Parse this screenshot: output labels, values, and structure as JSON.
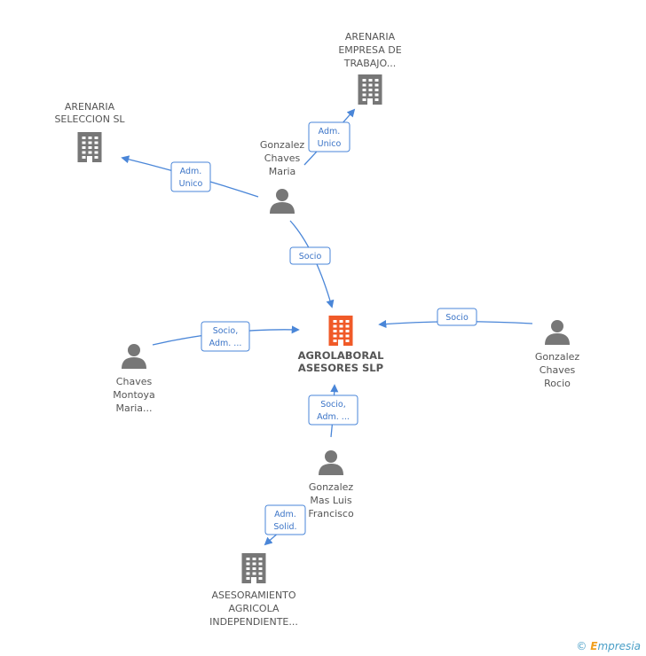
{
  "nodes": {
    "main": {
      "lines": [
        "AGROLABORAL",
        "ASESORES SLP"
      ],
      "type": "company",
      "color": "#f05a28"
    },
    "arenaria_empresa": {
      "lines": [
        "ARENARIA",
        "EMPRESA DE",
        "TRABAJO..."
      ],
      "type": "company",
      "color": "#777777"
    },
    "arenaria_seleccion": {
      "lines": [
        "ARENARIA",
        "SELECCION SL"
      ],
      "type": "company",
      "color": "#777777"
    },
    "gonzalez_chaves_maria": {
      "lines": [
        "Gonzalez",
        "Chaves",
        "Maria"
      ],
      "type": "person",
      "color": "#777777"
    },
    "chaves_montoya": {
      "lines": [
        "Chaves",
        "Montoya",
        "Maria..."
      ],
      "type": "person",
      "color": "#777777"
    },
    "gonzalez_chaves_rocio": {
      "lines": [
        "Gonzalez",
        "Chaves",
        "Rocio"
      ],
      "type": "person",
      "color": "#777777"
    },
    "gonzalez_mas_luis": {
      "lines": [
        "Gonzalez",
        "Mas Luis",
        "Francisco"
      ],
      "type": "person",
      "color": "#777777"
    },
    "asesoramiento": {
      "lines": [
        "ASESORAMIENTO",
        "AGRICOLA",
        "INDEPENDIENTE..."
      ],
      "type": "company",
      "color": "#777777"
    }
  },
  "edges": [
    {
      "id": "gcm-to-empresa",
      "lines": [
        "Adm.",
        "Unico"
      ]
    },
    {
      "id": "gcm-to-seleccion",
      "lines": [
        "Adm.",
        "Unico"
      ]
    },
    {
      "id": "gcm-to-main",
      "lines": [
        "Socio"
      ]
    },
    {
      "id": "montoya-to-main",
      "lines": [
        "Socio,",
        "Adm. ..."
      ]
    },
    {
      "id": "rocio-to-main",
      "lines": [
        "Socio"
      ]
    },
    {
      "id": "luis-to-main",
      "lines": [
        "Socio,",
        "Adm. ..."
      ]
    },
    {
      "id": "luis-to-asesoramiento",
      "lines": [
        "Adm.",
        "Solid."
      ]
    }
  ],
  "footer": {
    "copyright": "©",
    "brand_initial": "E",
    "brand_rest": "mpresia"
  }
}
